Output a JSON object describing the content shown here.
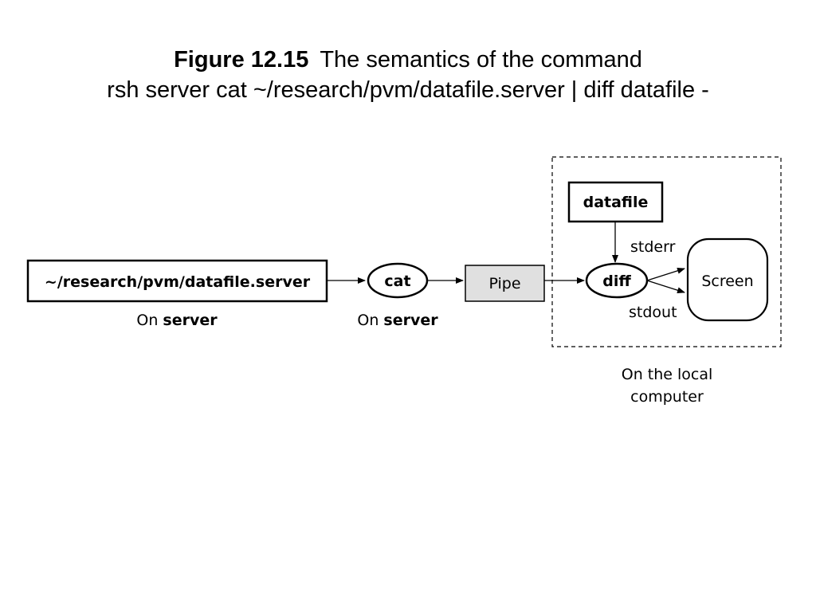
{
  "figure": {
    "number": "Figure 12.15",
    "caption": "The semantics of the command",
    "command": "rsh server cat ~/research/pvm/datafile.server | diff datafile -"
  },
  "diagram": {
    "nodes": {
      "remote_file": "~/research/pvm/datafile.server",
      "cat": "cat",
      "pipe": "Pipe",
      "diff": "diff",
      "datafile": "datafile",
      "screen": "Screen"
    },
    "edge_labels": {
      "stderr": "stderr",
      "stdout": "stdout"
    },
    "location_labels": {
      "on_prefix": "On",
      "server_word": "server",
      "local_line1": "On the local",
      "local_line2": "computer"
    }
  },
  "colors": {
    "stroke": "#000000",
    "pipe_fill": "#e0e0e0",
    "background": "#ffffff"
  }
}
